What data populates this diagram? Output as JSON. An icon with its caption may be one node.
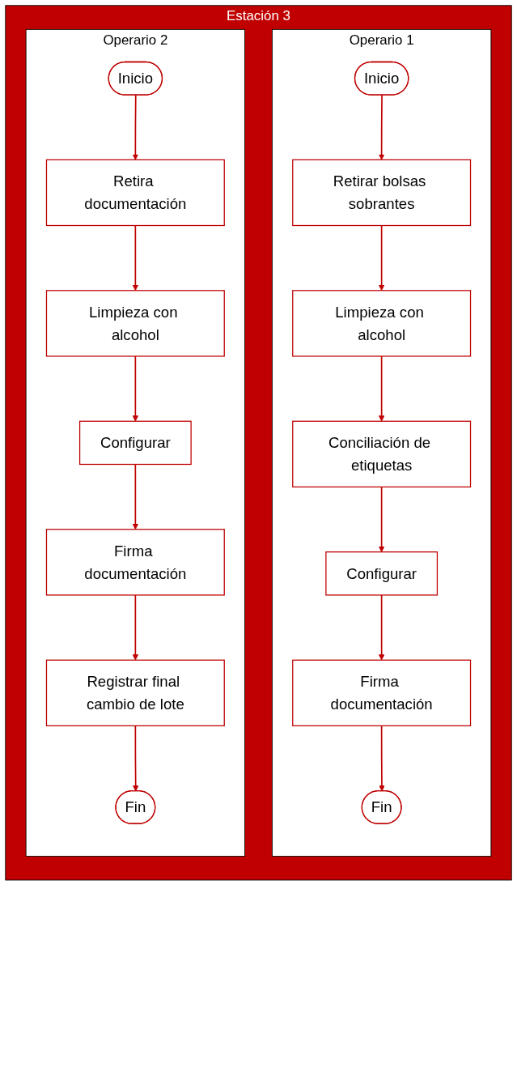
{
  "diagram": {
    "nodes": [
      {
        "text": [
          "Estación 3"
        ]
      },
      {
        "text": [
          "Operario 1"
        ],
        "in": 0
      },
      {
        "text": [
          "Operario 2"
        ],
        "in": 0
      },
      {
        "text": [
          "Inicio"
        ],
        "in": 1
      },
      {
        "text": [
          "Retirar bolsas sobrantes"
        ],
        "in": 1
      },
      {
        "text": [
          "Limpieza con alcohol"
        ],
        "in": 1
      },
      {
        "text": [
          "Conciliación de etiquetas"
        ],
        "in": 1
      },
      {
        "text": [
          "Configurar"
        ],
        "in": 1
      },
      {
        "text": [
          "Firma documentación"
        ],
        "in": 1
      },
      {
        "text": [
          "Fin"
        ],
        "in": 1
      },
      {
        "text": [
          "Inicio"
        ],
        "in": 2
      },
      {
        "text": [
          "Retira documentación"
        ],
        "in": 2
      },
      {
        "text": [
          "Limpieza con alcohol"
        ],
        "in": 2
      },
      {
        "text": [
          "Configurar"
        ],
        "in": 2
      },
      {
        "text": [
          "Firma documentación"
        ],
        "in": 2
      },
      {
        "text": [
          "Registrar final cambio de lote"
        ],
        "in": 2
      },
      {
        "text": [
          "Fin"
        ],
        "in": 2
      }
    ],
    "edges": [
      {
        "from": 3,
        "to": 4,
        "arrow": "to"
      },
      {
        "from": 4,
        "to": 5,
        "arrow": "to"
      },
      {
        "from": 5,
        "to": 6,
        "arrow": "to"
      },
      {
        "from": 6,
        "to": 7,
        "arrow": "to"
      },
      {
        "from": 7,
        "to": 8,
        "arrow": "to"
      },
      {
        "from": 8,
        "to": 9,
        "arrow": "to"
      },
      {
        "from": 10,
        "to": 11,
        "arrow": "to"
      },
      {
        "from": 11,
        "to": 12,
        "arrow": "to"
      },
      {
        "from": 12,
        "to": 13,
        "arrow": "to"
      },
      {
        "from": 13,
        "to": 14,
        "arrow": "to"
      },
      {
        "from": 14,
        "to": 15,
        "arrow": "to"
      },
      {
        "from": 15,
        "to": 16,
        "arrow": "to"
      }
    ]
  }
}
